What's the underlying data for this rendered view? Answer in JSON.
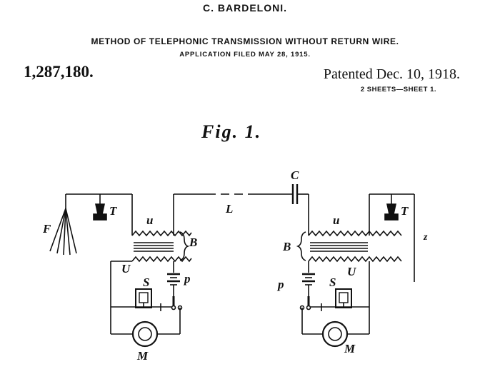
{
  "header": {
    "inventor": "C. BARDELONI.",
    "title": "METHOD OF TELEPHONIC TRANSMISSION WITHOUT RETURN WIRE.",
    "filed": "APPLICATION FILED MAY 28, 1915.",
    "patent_number": "1,287,180.",
    "patented": "Patented Dec. 10, 1918.",
    "sheets": "2 SHEETS—SHEET 1."
  },
  "figure": {
    "label": "Fig. 1.",
    "labels": {
      "F": "F",
      "T_left": "T",
      "u_left": "u",
      "B_left": "B",
      "U_left": "U",
      "S_left": "S",
      "p_left": "p",
      "M_left": "M",
      "L": "L",
      "C": "C",
      "u_right": "u",
      "T_right": "T",
      "z": "z",
      "B_right": "B",
      "p_right": "p",
      "S_right": "S",
      "U_right": "U",
      "M_right": "M"
    }
  }
}
